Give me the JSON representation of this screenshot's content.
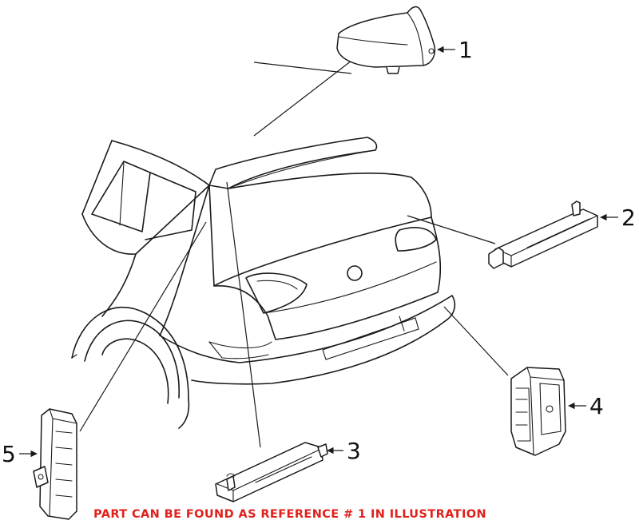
{
  "diagram": {
    "callouts": [
      {
        "id": "1",
        "label": "1"
      },
      {
        "id": "2",
        "label": "2"
      },
      {
        "id": "3",
        "label": "3"
      },
      {
        "id": "4",
        "label": "4"
      },
      {
        "id": "5",
        "label": "5"
      }
    ],
    "footnote": "PART CAN BE FOUND AS REFERENCE # 1 IN ILLUSTRATION",
    "colors": {
      "footnote": "#e0201b",
      "line": "#1a1a1a",
      "background": "#ffffff"
    }
  }
}
